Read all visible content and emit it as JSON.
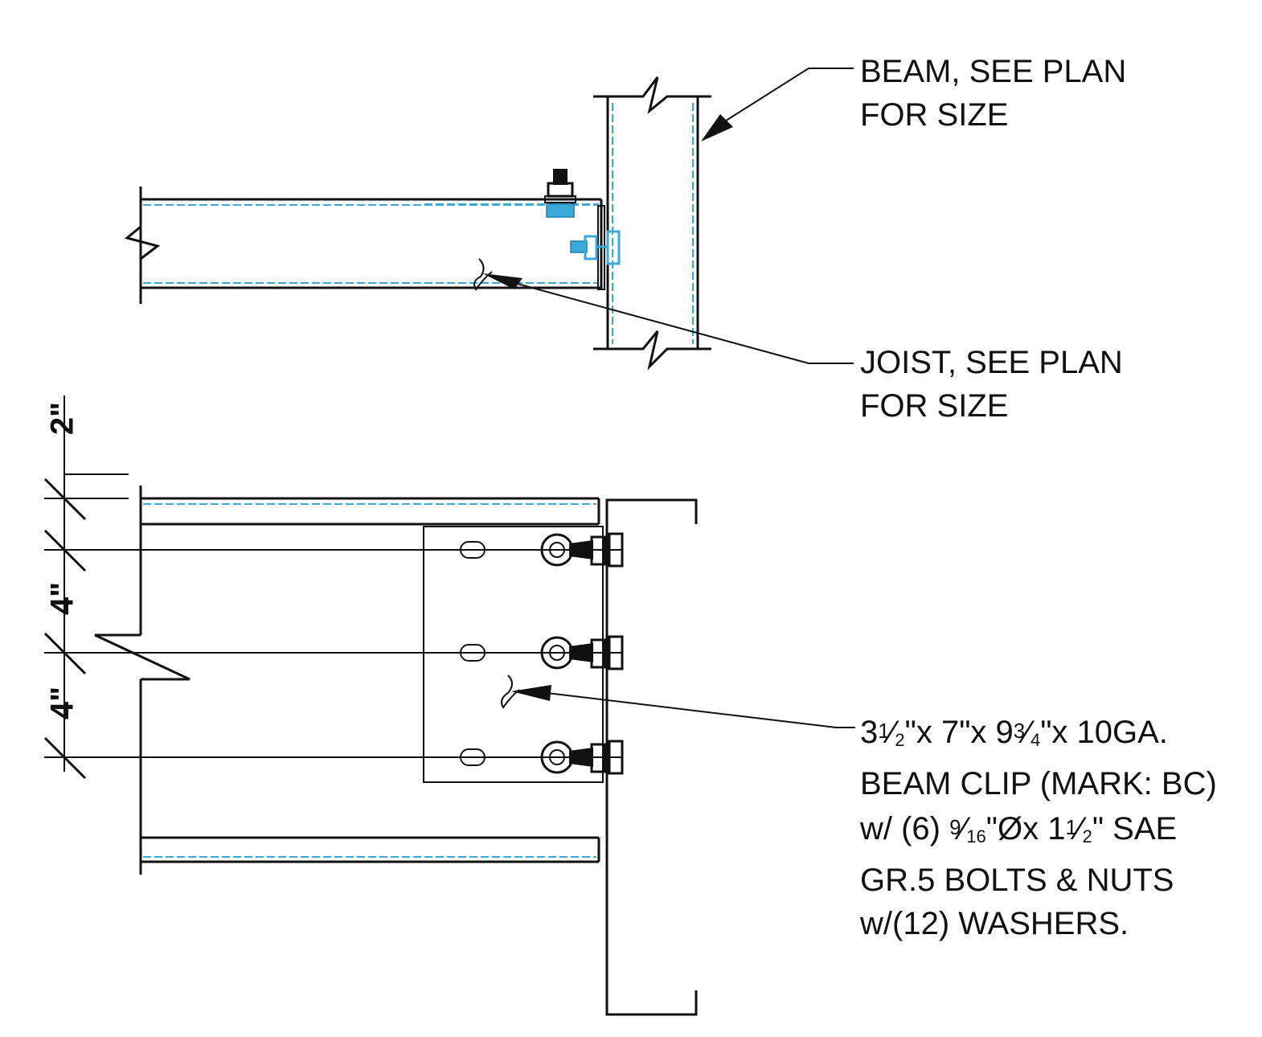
{
  "callouts": {
    "beam": {
      "line1": "BEAM, SEE PLAN",
      "line2": "FOR SIZE"
    },
    "joist": {
      "line1": "JOIST, SEE PLAN",
      "line2": "FOR SIZE"
    },
    "clip": {
      "dim_w_whole": "3",
      "dim_w_num": "1",
      "dim_w_den": "2",
      "dim_w_tail": "\"x 7\"x 9",
      "dim_l_num": "3",
      "dim_l_den": "4",
      "dim_l_tail": "\"x 10GA.",
      "line2": "BEAM CLIP (MARK: BC)",
      "bolt_prefix": "w/ (6) ",
      "bolt_num": "9",
      "bolt_den": "16",
      "bolt_mid": "\"Øx 1",
      "bolt_len_num": "1",
      "bolt_len_den": "2",
      "bolt_tail": "\" SAE",
      "line4": "GR.5 BOLTS & NUTS",
      "line5": "w/(12) WASHERS."
    }
  },
  "dimensions": [
    "2\"",
    "4\"",
    "4\""
  ],
  "colors": {
    "line": "#111111",
    "hidden": "#3aa8d8"
  }
}
